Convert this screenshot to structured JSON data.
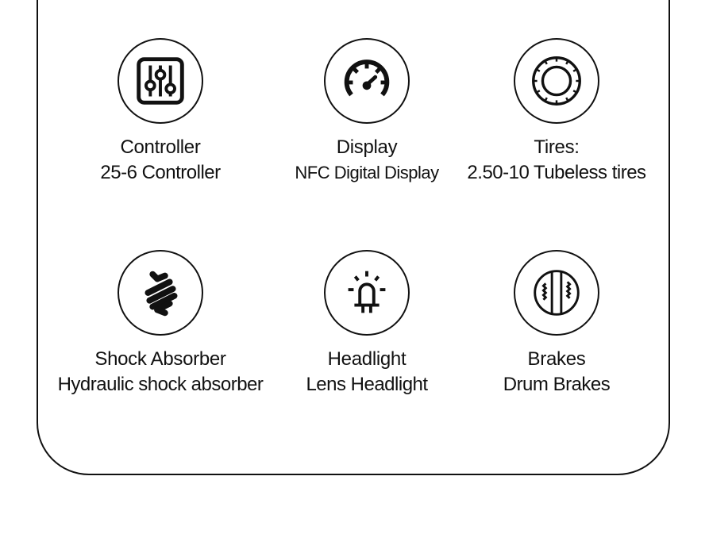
{
  "features": [
    {
      "id": "controller",
      "title": "Controller",
      "desc": "25-6 Controller",
      "icon": "sliders-icon"
    },
    {
      "id": "display",
      "title": "Display",
      "desc": "NFC Digital Display",
      "icon": "speedometer-icon"
    },
    {
      "id": "tires",
      "title": "Tires:",
      "desc": "2.50-10 Tubeless tires",
      "icon": "tire-icon"
    },
    {
      "id": "shock",
      "title": "Shock Absorber",
      "desc": "Hydraulic shock absorber",
      "icon": "spring-icon"
    },
    {
      "id": "headlight",
      "title": "Headlight",
      "desc": "Lens Headlight",
      "icon": "headlight-icon"
    },
    {
      "id": "brakes",
      "title": "Brakes",
      "desc": "Drum Brakes",
      "icon": "brake-drum-icon"
    }
  ],
  "colors": {
    "stroke": "#111111",
    "background": "#ffffff"
  }
}
